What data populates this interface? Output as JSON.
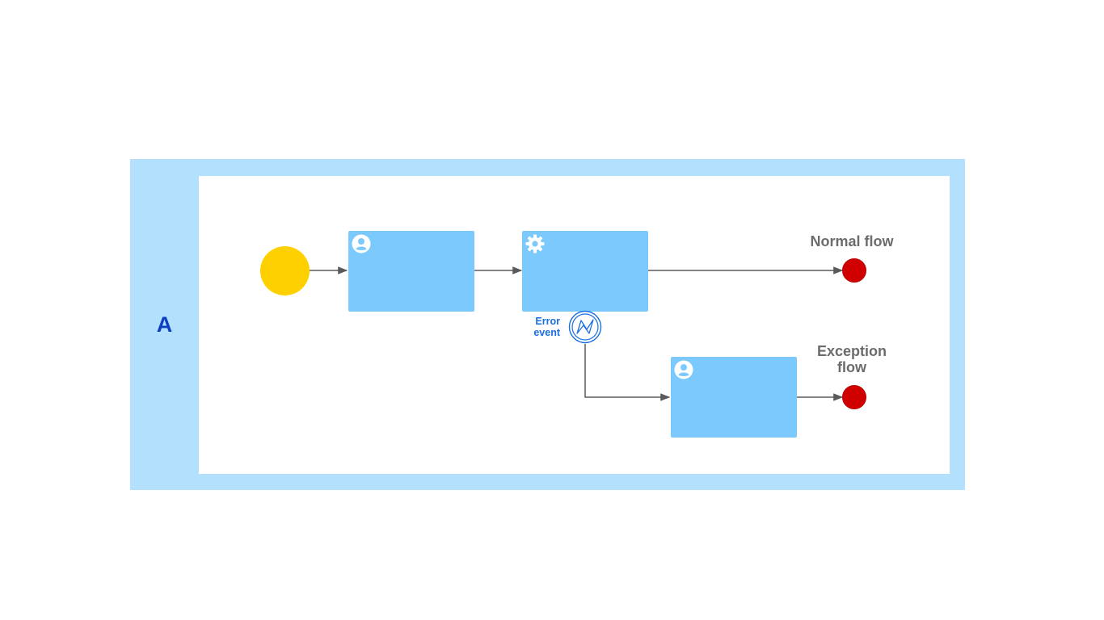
{
  "pool": {
    "label": "A"
  },
  "events": {
    "start": {
      "icon": "start-event-circle",
      "color": "#ffd000"
    },
    "end_normal": {
      "icon": "end-event-circle",
      "color": "#d10000"
    },
    "end_exception": {
      "icon": "end-event-circle",
      "color": "#d10000"
    },
    "error_boundary": {
      "icon": "error-lightning-icon",
      "label_line1": "Error",
      "label_line2": "event",
      "color": "#1a6fe0"
    }
  },
  "tasks": [
    {
      "type": "user-task",
      "icon": "user-icon"
    },
    {
      "type": "service-task",
      "icon": "gear-icon"
    },
    {
      "type": "user-task",
      "icon": "user-icon"
    }
  ],
  "labels": {
    "normal_flow": "Normal flow",
    "exception_flow_line1": "Exception",
    "exception_flow_line2": "flow"
  },
  "colors": {
    "pool": "#b3e0fd",
    "pool_label": "#0d3fc2",
    "task": "#7ccafd",
    "flow": "#5a5a5a",
    "label": "#6b6b6b"
  }
}
